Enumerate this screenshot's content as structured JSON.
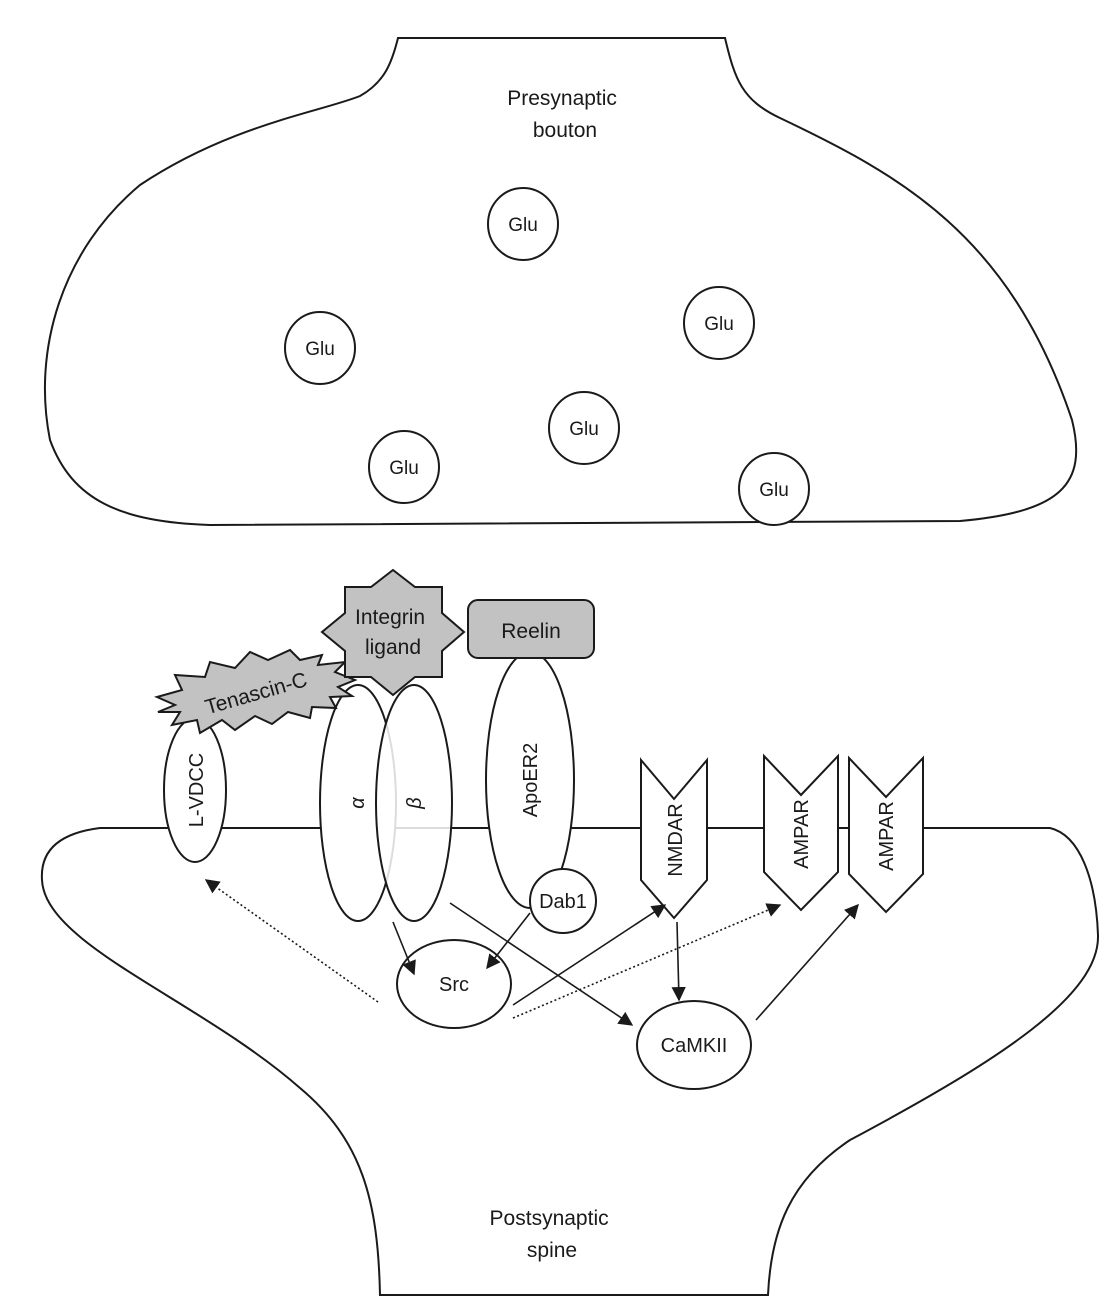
{
  "compartments": {
    "presynaptic": [
      "Presynaptic",
      "bouton"
    ],
    "postsynaptic": [
      "Postsynaptic",
      "spine"
    ]
  },
  "vesicles": [
    "Glu",
    "Glu",
    "Glu",
    "Glu",
    "Glu",
    "Glu"
  ],
  "extracellular": {
    "integrin_ligand": [
      "Integrin",
      "ligand"
    ],
    "reelin": "Reelin",
    "tenascin": "Tenascin-C"
  },
  "membrane_proteins": {
    "lvdcc": "L-VDCC",
    "alpha": "α",
    "beta": "β",
    "apoer2": "ApoER2",
    "nmdar": "NMDAR",
    "ampar1": "AMPAR",
    "ampar2": "AMPAR"
  },
  "intracellular": {
    "dab1": "Dab1",
    "src": "Src",
    "camkii": "CaMKII"
  },
  "colors": {
    "ligand_fill": "#c2c2c2",
    "stroke": "#1a1a1a"
  }
}
